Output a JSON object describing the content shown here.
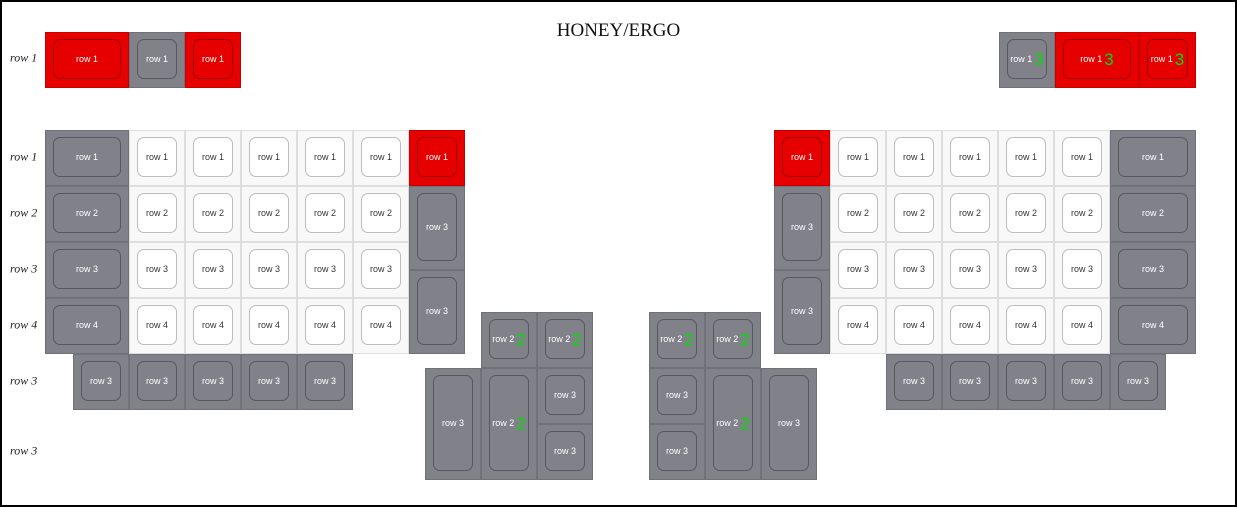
{
  "title": "HONEY/ERGO",
  "colors": {
    "gray": "#81818a",
    "red": "#e60000",
    "white": "#f8f8f8",
    "overlay": "#00e000"
  },
  "row_labels": [
    "row 1",
    "row 1",
    "row 2",
    "row 3",
    "row 4",
    "row 3",
    "row 3"
  ],
  "keys": {
    "left_top": [
      {
        "label": "row 1",
        "color": "red"
      },
      {
        "label": "row 1",
        "color": "gray"
      },
      {
        "label": "row 1",
        "color": "red"
      }
    ],
    "right_top": [
      {
        "label": "row 1",
        "color": "gray",
        "overlay": "3"
      },
      {
        "label": "row 1",
        "color": "red",
        "overlay": "3"
      },
      {
        "label": "row 1",
        "color": "red",
        "overlay": "3"
      }
    ],
    "left_main": [
      [
        {
          "label": "row 1",
          "color": "gray"
        },
        {
          "label": "row 1",
          "color": "white"
        },
        {
          "label": "row 1",
          "color": "white"
        },
        {
          "label": "row 1",
          "color": "white"
        },
        {
          "label": "row 1",
          "color": "white"
        },
        {
          "label": "row 1",
          "color": "white"
        }
      ],
      [
        {
          "label": "row 2",
          "color": "gray"
        },
        {
          "label": "row 2",
          "color": "white"
        },
        {
          "label": "row 2",
          "color": "white"
        },
        {
          "label": "row 2",
          "color": "white"
        },
        {
          "label": "row 2",
          "color": "white"
        },
        {
          "label": "row 2",
          "color": "white"
        }
      ],
      [
        {
          "label": "row 3",
          "color": "gray"
        },
        {
          "label": "row 3",
          "color": "white"
        },
        {
          "label": "row 3",
          "color": "white"
        },
        {
          "label": "row 3",
          "color": "white"
        },
        {
          "label": "row 3",
          "color": "white"
        },
        {
          "label": "row 3",
          "color": "white"
        }
      ],
      [
        {
          "label": "row 4",
          "color": "gray"
        },
        {
          "label": "row 4",
          "color": "white"
        },
        {
          "label": "row 4",
          "color": "white"
        },
        {
          "label": "row 4",
          "color": "white"
        },
        {
          "label": "row 4",
          "color": "white"
        },
        {
          "label": "row 4",
          "color": "white"
        }
      ]
    ],
    "left_inner": [
      {
        "label": "row 1",
        "color": "red"
      },
      {
        "label": "row 3",
        "color": "gray"
      },
      {
        "label": "row 3",
        "color": "gray"
      }
    ],
    "left_bottom": [
      {
        "label": "row 3",
        "color": "gray"
      },
      {
        "label": "row 3",
        "color": "gray"
      },
      {
        "label": "row 3",
        "color": "gray"
      },
      {
        "label": "row 3",
        "color": "gray"
      },
      {
        "label": "row 3",
        "color": "gray"
      }
    ],
    "left_thumb": [
      {
        "label": "row 2",
        "color": "gray",
        "overlay": "2"
      },
      {
        "label": "row 2",
        "color": "gray",
        "overlay": "2"
      },
      {
        "label": "row 3",
        "color": "gray"
      },
      {
        "label": "row 2",
        "color": "gray",
        "overlay": "2"
      },
      {
        "label": "row 3",
        "color": "gray"
      },
      {
        "label": "row 3",
        "color": "gray"
      }
    ],
    "right_main": [
      [
        {
          "label": "row 1",
          "color": "white"
        },
        {
          "label": "row 1",
          "color": "white"
        },
        {
          "label": "row 1",
          "color": "white"
        },
        {
          "label": "row 1",
          "color": "white"
        },
        {
          "label": "row 1",
          "color": "white"
        },
        {
          "label": "row 1",
          "color": "gray"
        }
      ],
      [
        {
          "label": "row 2",
          "color": "white"
        },
        {
          "label": "row 2",
          "color": "white"
        },
        {
          "label": "row 2",
          "color": "white"
        },
        {
          "label": "row 2",
          "color": "white"
        },
        {
          "label": "row 2",
          "color": "white"
        },
        {
          "label": "row 2",
          "color": "gray"
        }
      ],
      [
        {
          "label": "row 3",
          "color": "white"
        },
        {
          "label": "row 3",
          "color": "white"
        },
        {
          "label": "row 3",
          "color": "white"
        },
        {
          "label": "row 3",
          "color": "white"
        },
        {
          "label": "row 3",
          "color": "white"
        },
        {
          "label": "row 3",
          "color": "gray"
        }
      ],
      [
        {
          "label": "row 4",
          "color": "white"
        },
        {
          "label": "row 4",
          "color": "white"
        },
        {
          "label": "row 4",
          "color": "white"
        },
        {
          "label": "row 4",
          "color": "white"
        },
        {
          "label": "row 4",
          "color": "white"
        },
        {
          "label": "row 4",
          "color": "gray"
        }
      ]
    ],
    "right_inner": [
      {
        "label": "row 1",
        "color": "red"
      },
      {
        "label": "row 3",
        "color": "gray"
      },
      {
        "label": "row 3",
        "color": "gray"
      }
    ],
    "right_bottom": [
      {
        "label": "row 3",
        "color": "gray"
      },
      {
        "label": "row 3",
        "color": "gray"
      },
      {
        "label": "row 3",
        "color": "gray"
      },
      {
        "label": "row 3",
        "color": "gray"
      },
      {
        "label": "row 3",
        "color": "gray"
      }
    ],
    "right_thumb": [
      {
        "label": "row 2",
        "color": "gray",
        "overlay": "2"
      },
      {
        "label": "row 2",
        "color": "gray",
        "overlay": "2"
      },
      {
        "label": "row 3",
        "color": "gray"
      },
      {
        "label": "row 3",
        "color": "gray"
      },
      {
        "label": "row 2",
        "color": "gray",
        "overlay": "2"
      },
      {
        "label": "row 3",
        "color": "gray"
      }
    ]
  }
}
